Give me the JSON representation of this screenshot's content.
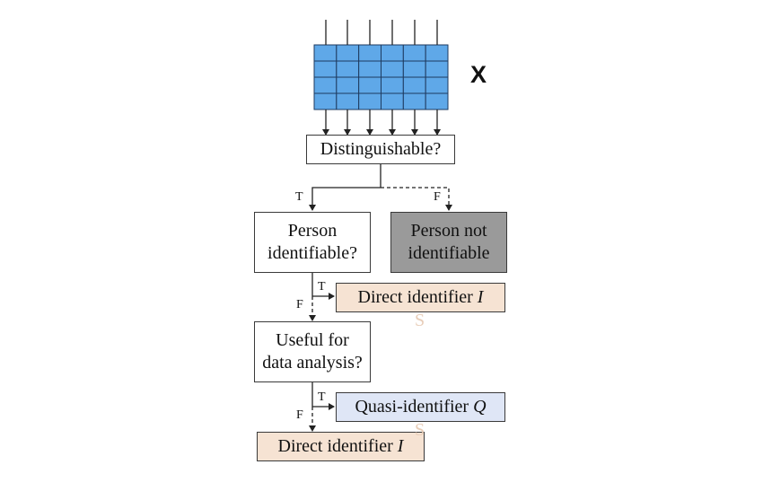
{
  "matrix": {
    "label": "X",
    "rows": 4,
    "cols": 6,
    "fill_color": "#5fa8e8",
    "grid_color": "#1e3a5f"
  },
  "nodes": {
    "distinguishable": {
      "text": "Distinguishable?"
    },
    "person_identifiable": {
      "line1": "Person",
      "line2": "identifiable?"
    },
    "person_not_identifiable": {
      "line1": "Person not",
      "line2": "identifiable",
      "fill_color": "#9a9a9a"
    },
    "direct_identifier_1": {
      "text": "Direct identifier ",
      "symbol": "I",
      "fill_color": "#f6e3d3"
    },
    "useful_for_analysis": {
      "line1": "Useful for",
      "line2": "data analysis?"
    },
    "quasi_identifier": {
      "text": "Quasi-identifier ",
      "symbol": "Q",
      "fill_color": "#dfe6f6"
    },
    "direct_identifier_2": {
      "text": "Direct identifier ",
      "symbol": "I",
      "fill_color": "#f6e3d3"
    }
  },
  "edge_labels": {
    "distinguishable_true": "T",
    "distinguishable_false": "F",
    "identifiable_true": "T",
    "identifiable_false": "F",
    "useful_true": "T",
    "useful_false": "F"
  },
  "watermarks": [
    "S",
    "S"
  ]
}
